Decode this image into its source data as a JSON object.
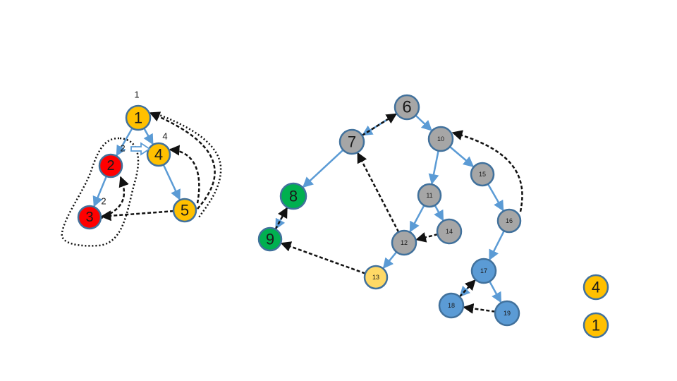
{
  "colors": {
    "tree_edge": "#5b9bd5",
    "back_edge": "#111111",
    "node_stroke": "#41719c",
    "gold": "#ffc000",
    "red": "#ff0000",
    "gray": "#a6a6a6",
    "green": "#00b050",
    "pale_yellow": "#ffd966",
    "blue": "#5b9bd5"
  },
  "nodes": [
    {
      "id": "1",
      "label": "1",
      "color": "gold"
    },
    {
      "id": "2",
      "label": "2",
      "color": "red"
    },
    {
      "id": "3",
      "label": "3",
      "color": "red"
    },
    {
      "id": "4",
      "label": "4",
      "color": "gold"
    },
    {
      "id": "5",
      "label": "5",
      "color": "gold"
    },
    {
      "id": "6",
      "label": "6",
      "color": "gray"
    },
    {
      "id": "7",
      "label": "7",
      "color": "gray"
    },
    {
      "id": "8",
      "label": "8",
      "color": "green"
    },
    {
      "id": "9",
      "label": "9",
      "color": "green"
    },
    {
      "id": "10",
      "label": "10",
      "color": "gray"
    },
    {
      "id": "11",
      "label": "11",
      "color": "gray"
    },
    {
      "id": "12",
      "label": "12",
      "color": "gray"
    },
    {
      "id": "13",
      "label": "13",
      "color": "pale_yellow"
    },
    {
      "id": "14",
      "label": "14",
      "color": "gray"
    },
    {
      "id": "15",
      "label": "15",
      "color": "gray"
    },
    {
      "id": "16",
      "label": "16",
      "color": "gray"
    },
    {
      "id": "17",
      "label": "17",
      "color": "blue"
    },
    {
      "id": "18",
      "label": "18",
      "color": "blue"
    },
    {
      "id": "19",
      "label": "19",
      "color": "blue"
    }
  ],
  "tree_edges": [
    [
      "1",
      "2"
    ],
    [
      "2",
      "3"
    ],
    [
      "1",
      "4"
    ],
    [
      "4",
      "5"
    ],
    [
      "6",
      "7"
    ],
    [
      "7",
      "8"
    ],
    [
      "8",
      "9"
    ],
    [
      "6",
      "10"
    ],
    [
      "10",
      "11"
    ],
    [
      "11",
      "12"
    ],
    [
      "12",
      "13"
    ],
    [
      "11",
      "14"
    ],
    [
      "10",
      "15"
    ],
    [
      "15",
      "16"
    ],
    [
      "16",
      "17"
    ],
    [
      "17",
      "18"
    ],
    [
      "17",
      "19"
    ]
  ],
  "back_edges": [
    [
      "3",
      "2"
    ],
    [
      "5",
      "3"
    ],
    [
      "5",
      "1"
    ],
    [
      "5",
      "4"
    ],
    [
      "7",
      "6"
    ],
    [
      "9",
      "8"
    ],
    [
      "13",
      "9"
    ],
    [
      "12",
      "7"
    ],
    [
      "14",
      "12"
    ],
    [
      "16",
      "10"
    ],
    [
      "18",
      "17"
    ],
    [
      "19",
      "18"
    ]
  ],
  "annotations": [
    {
      "id": "annot-1",
      "text": "1"
    },
    {
      "id": "annot-4",
      "text": "4"
    },
    {
      "id": "annot-2a",
      "text": "2"
    },
    {
      "id": "annot-2b",
      "text": "2"
    }
  ],
  "stack": [
    "4",
    "1"
  ],
  "legend_stack_colors": [
    "gold",
    "gold"
  ]
}
